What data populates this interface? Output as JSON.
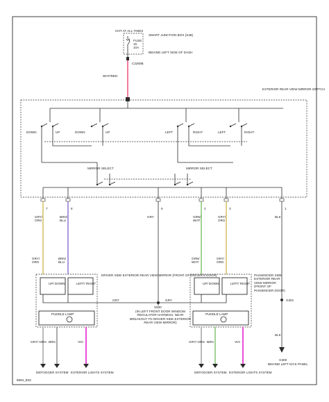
{
  "labels": {
    "hot_at_all_times": "HOT AT ALL TIMES",
    "fuse": "FUSE",
    "fuse_number": "15",
    "fuse_amp": "10A",
    "smart_junction_box": "SMART JUNCTION BOX (SJB)",
    "sjb_location": "BEHIND LEFT SIDE OF DASH",
    "c2280b": "C2280B",
    "wht_red_1": "WHT/RED",
    "exterior_rear_view_mirror_switch": "EXTERIOR REAR VIEW MIRROR SWITCH",
    "down_1": "DOWN",
    "up_1": "UP",
    "down_2": "DOWN",
    "up_2": "UP",
    "left_1": "LEFT",
    "right_1": "RIGHT",
    "left_2": "LEFT",
    "right_2": "RIGHT",
    "mirror_select_l": "MIRROR SELECT",
    "mirror_select_r": "MIRROR SELECT",
    "pin_7": "7",
    "pin_8": "8",
    "pin_6": "6",
    "pin_2": "2",
    "pin_3": "3",
    "pin_1": "1",
    "grn_1": "GRY/",
    "grn_1b": "ORG",
    "brn_blu_1": "BRN/",
    "brn_blu_1b": "BLU",
    "gry_mid": "GRY",
    "grn_wht": "GRN/",
    "grn_wht_b": "WHT",
    "gry_org_r": "GRY/",
    "gry_org_rb": "ORG",
    "blk_r": "BLK",
    "driver_mirror": "DRIVER SIDE EXTERIOR REAR VIEW MIRROR (FRONT OF DRIVER'S DOOR)",
    "passenger_mirror": "PASSENGER SIDE EXTERIOR REAR VIEW MIRROR (FRONT OF PASSENGER DOOR)",
    "up_down_l": "UP/ DOWN",
    "left_right_l": "LEFT/ RIGHT",
    "up_down_r": "UP/ DOWN",
    "left_right_r": "LEFT/ RIGHT",
    "puddle_lamp_l": "PUDDLE LAMP",
    "puddle_lamp_r": "PUDDLE LAMP",
    "gry_center_l": "GRY",
    "gry_center_r": "GRY",
    "s500": "S500",
    "s500_desc": "(IN LEFT FRONT DOOR WINDOW REGULATOR HARNESS, NEAR BREAKOUT TO DRIVER SIDE EXTERIOR REAR VIEW MIRROR)",
    "g301": "G301",
    "blk_lower_r": "BLK",
    "g300": "G300",
    "g300_desc": "BEHIND LEFT KICK PANEL",
    "defogger_system_l": "DEFOGGER SYSTEM",
    "exterior_lights_l": "EXTERIOR LIGHTS SYSTEM",
    "defogger_system_r": "DEFOGGER SYSTEM",
    "exterior_lights_r": "EXTERIOR LIGHTS SYSTEM",
    "brn_l": "BRN",
    "brn_r": "BRN",
    "vio_l": "VIO",
    "vio_r": "VIO",
    "gry_org_lb": "GRY/ ORN",
    "gry_org_rbot": "GRY/ ORN",
    "footer": "8894_B32"
  },
  "colors": {
    "wire_default": "#2b2b2b",
    "wire_wht_red": "#f27a9a",
    "wire_yellow": "#d8c26a",
    "wire_violet": "#9a7fd6",
    "wire_green": "#88c87a",
    "wire_pink": "#e94fd8",
    "wire_gray": "#a9a9a9"
  }
}
